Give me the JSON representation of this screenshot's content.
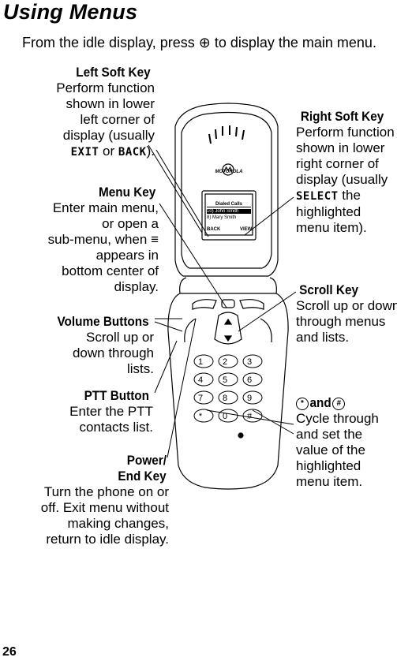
{
  "page": {
    "heading": "Using Menus",
    "intro": "From the idle display, press ⊕ to display the main menu.",
    "page_number": "26"
  },
  "callouts": {
    "left_soft_key": {
      "title": "Left Soft Key",
      "lines": [
        "Perform function",
        "shown in lower",
        "left corner of",
        "display (usually"
      ],
      "last_a": "EXIT",
      "last_or": " or ",
      "last_b": "BACK",
      "last_end": ")."
    },
    "menu_key": {
      "title": "Menu Key",
      "lines": [
        "Enter main menu,",
        "or open a",
        "sub-menu, when",
        "appears in",
        "bottom center of",
        "display."
      ]
    },
    "volume_buttons": {
      "title": "Volume Buttons",
      "lines": [
        "Scroll up or",
        "down through",
        "lists."
      ]
    },
    "ptt_button": {
      "title": "PTT Button",
      "lines": [
        "Enter the PTT",
        "contacts list."
      ]
    },
    "power_end_key": {
      "title_a": "Power/",
      "title_b": "End Key",
      "lines": [
        "Turn the phone on or",
        "off. Exit menu without",
        "making changes,",
        "return to idle display."
      ]
    },
    "right_soft_key": {
      "title": "Right Soft Key",
      "lines": [
        "Perform function",
        "shown in lower",
        "right corner of",
        "display (usually"
      ],
      "select": "SELECT",
      "select_after": " the",
      "tail": [
        "highlighted",
        "menu item)."
      ]
    },
    "scroll_key": {
      "title": "Scroll Key",
      "lines": [
        "Scroll up or down",
        "through menus",
        "and lists."
      ]
    },
    "star_pound": {
      "title_and": " and ",
      "lines": [
        "Cycle through",
        "and set the",
        "value of the",
        "highlighted",
        "menu item."
      ]
    }
  },
  "phone_screen": {
    "brand": "MOTOROLA",
    "menu_title": "Dialed Calls",
    "row1": "10) John    Smith",
    "row2": "8) Mary Smith",
    "left_soft": "BACK",
    "right_soft": "VIEW"
  },
  "keypad": [
    "1",
    "2",
    "3",
    "4",
    "5",
    "6",
    "7",
    "8",
    "9",
    "*",
    "0",
    "#"
  ]
}
